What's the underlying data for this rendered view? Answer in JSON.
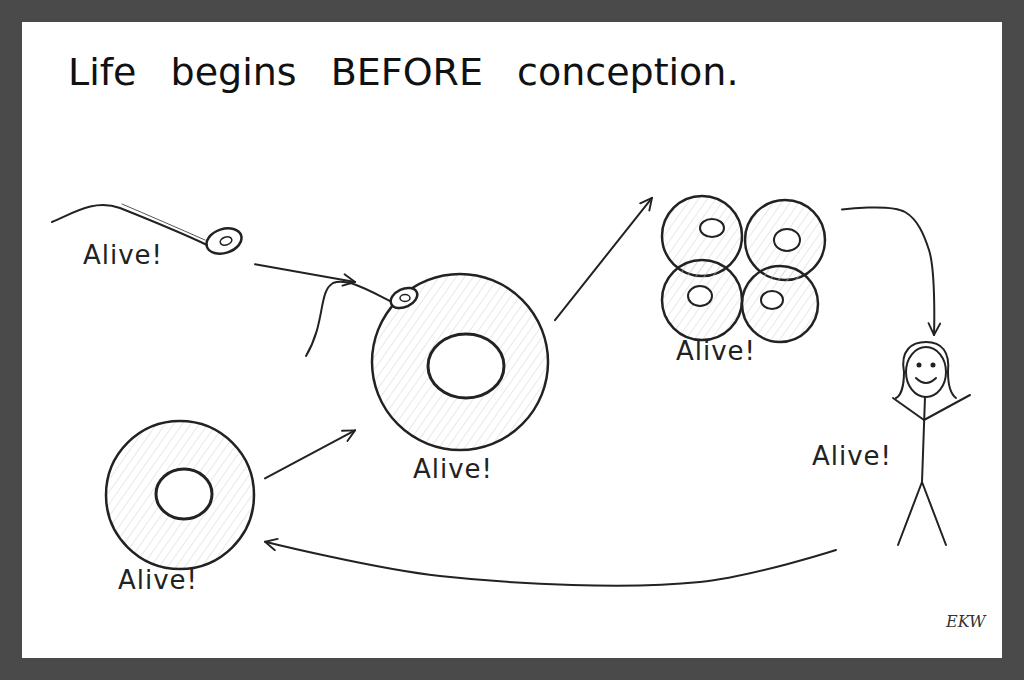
{
  "diagram": {
    "title": "Life begins BEFORE conception.",
    "nodes": [
      {
        "text": [
          "Alive!"
        ]
      },
      {
        "text": [
          "Alive!"
        ]
      },
      {
        "text": [
          "Alive!"
        ]
      },
      {
        "text": [
          "Alive!"
        ]
      },
      {
        "text": [
          "Alive!"
        ]
      }
    ],
    "edges": [
      {
        "from": 0,
        "to": 1,
        "arrow": "to"
      },
      {
        "from": 4,
        "to": 1,
        "arrow": "to"
      },
      {
        "from": 1,
        "to": 2,
        "arrow": "to"
      },
      {
        "from": 2,
        "to": 3,
        "arrow": "to"
      },
      {
        "from": 3,
        "to": 4,
        "arrow": "to"
      }
    ],
    "labels": [
      "EKW"
    ]
  }
}
